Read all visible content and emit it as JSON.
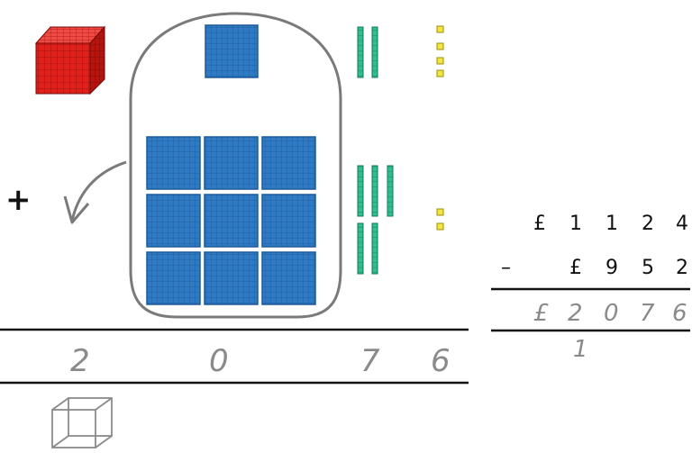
{
  "diagram": {
    "operator_plus": "+",
    "blocks": {
      "thousands_count": 1,
      "hundreds_top_count": 1,
      "hundreds_bottom_count": 9,
      "tens_top_count": 2,
      "tens_bottom_count": 5,
      "ones_top_count": 4,
      "ones_bottom_count": 2
    },
    "colors": {
      "thousand": "#e0201b",
      "hundred": "#2f7ac4",
      "ten": "#2fbf8f",
      "one": "#f2e63a",
      "pencil": "#7a7a7a"
    },
    "result_row": {
      "digits": [
        "2",
        "0",
        "7",
        "6"
      ]
    }
  },
  "calculation": {
    "top_number": [
      "£",
      "1",
      "1",
      "2",
      "4"
    ],
    "operator": "–",
    "bottom_number": [
      "£",
      "9",
      "5",
      "2"
    ],
    "answer": [
      "£",
      "2",
      "0",
      "7",
      "6"
    ],
    "carry": "1"
  }
}
